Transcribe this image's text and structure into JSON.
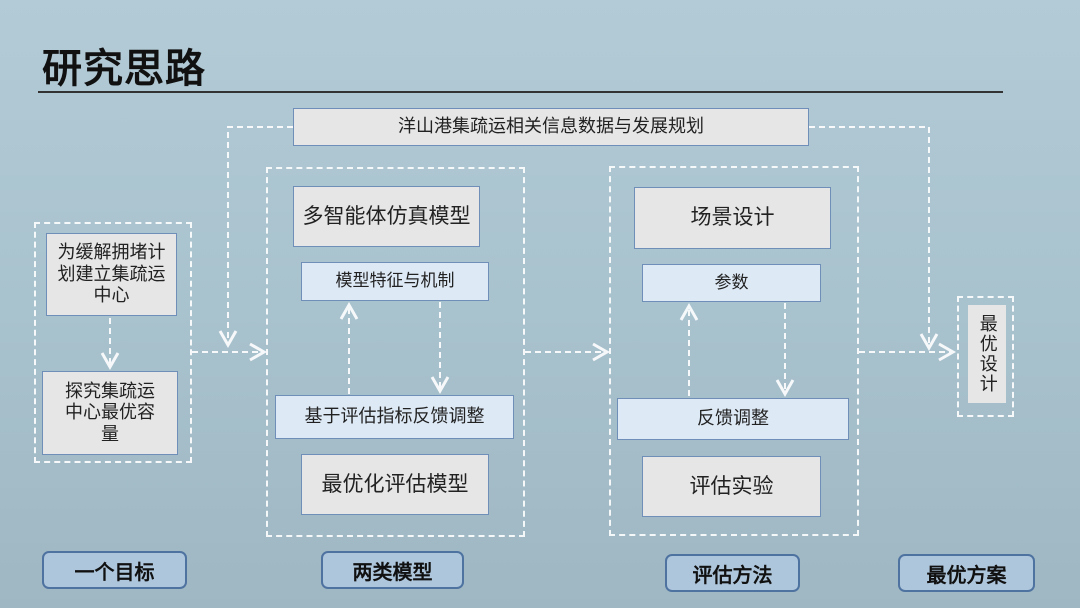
{
  "title": "研究思路",
  "top_box": "洋山港集疏运相关信息数据与发展规划",
  "goal": {
    "box1": "为缓解拥堵计划建立集疏运中心",
    "box2": "探究集疏运中心最优容量",
    "label": "一个目标"
  },
  "models": {
    "box1": "多智能体仿真模型",
    "box2": "模型特征与机制",
    "box3": "基于评估指标反馈调整",
    "box4": "最优化评估模型",
    "label": "两类模型"
  },
  "evaluation": {
    "box1": "场景设计",
    "box2": "参数",
    "box3": "反馈调整",
    "box4": "评估实验",
    "label": "评估方法"
  },
  "result": {
    "box": "最优设计",
    "label": "最优方案"
  }
}
